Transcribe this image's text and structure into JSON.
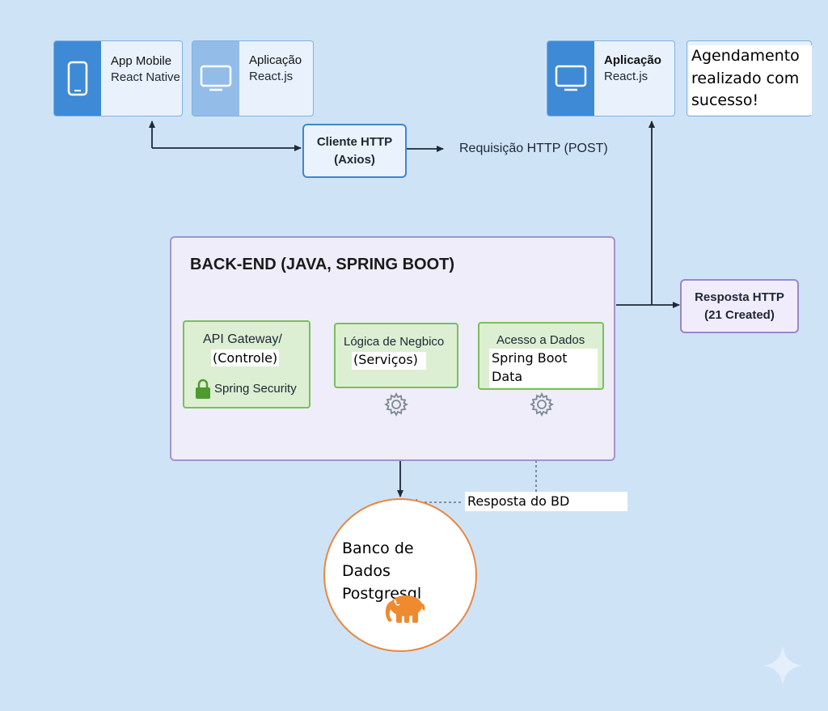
{
  "clients": {
    "mobile": {
      "title": "App Mobile",
      "subtitle": "React Native"
    },
    "web": {
      "title": "Aplicação",
      "subtitle": "React.js"
    },
    "web_result": {
      "title": "Aplicação",
      "subtitle": "React.js"
    }
  },
  "success_note": {
    "line1": "Agendamento",
    "line2": "realizado com",
    "line3": "sucesso!"
  },
  "http_client": {
    "line1": "Cliente HTTP",
    "line2": "(Axios)"
  },
  "request_label": "Requisição HTTP (POST)",
  "response_node": {
    "line1": "Resposta HTTP",
    "line2": "(21 Created)"
  },
  "backend": {
    "title": "BACK-END (JAVA, SPRING BOOT)",
    "gateway": {
      "line1": "API Gateway/",
      "line2": "(Controle)",
      "security": "Spring Security"
    },
    "logic": {
      "line1": "Lógica de Negbico",
      "line2": "(Serviços)"
    },
    "data_access": {
      "line1": "Acesso a Dados",
      "line2": "Spring Boot",
      "line3": "Data"
    }
  },
  "db_response_label": "Resposta do BD",
  "database": {
    "line1": "Banco de Dados",
    "line2": "Postgresql"
  },
  "colors": {
    "background": "#cfe3f7",
    "client_accent": "#3e8ad6",
    "node_border_blue": "#3f86cf",
    "backend_border": "#a592cf",
    "green_border": "#7bbf5a",
    "db_border": "#e8873f",
    "elephant": "#ef8a2f"
  }
}
